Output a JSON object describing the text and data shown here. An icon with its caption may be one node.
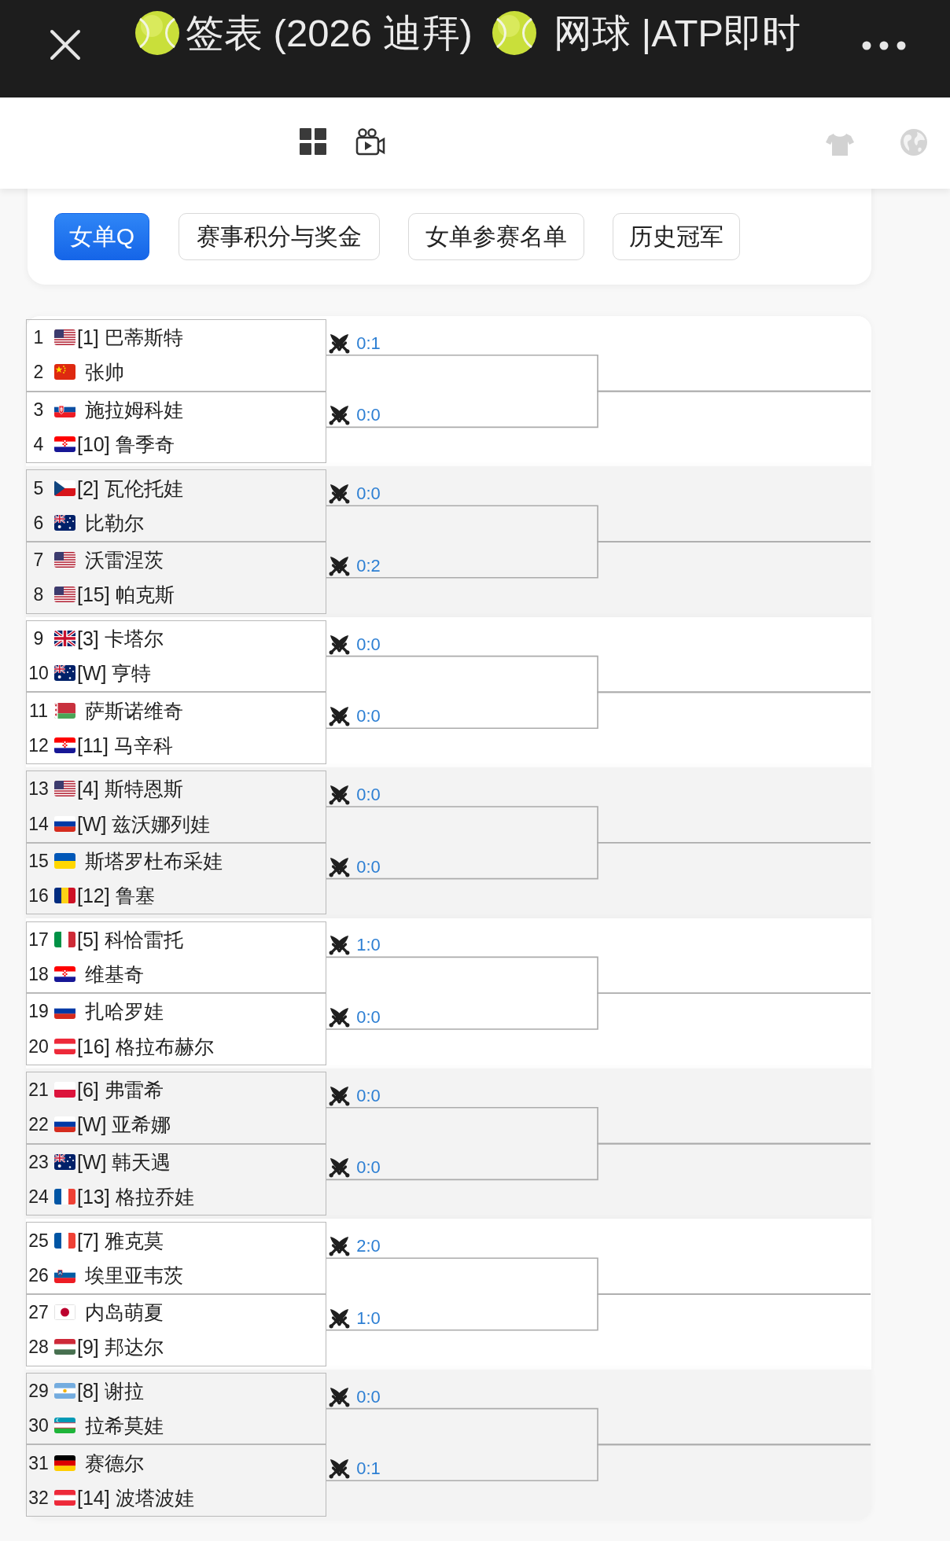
{
  "diagram": {
    "nodes": [
      {
        "text": [
          "女单Q"
        ]
      },
      {
        "text": [
          "赛事积分与奖金"
        ]
      },
      {
        "text": [
          "女单参赛名单"
        ]
      },
      {
        "text": [
          "历史冠军"
        ]
      },
      {
        "text": [
          "1",
          "[1] 巴蒂斯特",
          "2",
          "张帅"
        ]
      },
      {
        "text": [
          "3",
          "施拉姆科娃",
          "4",
          "[10] 鲁季奇"
        ]
      },
      {
        "text": [
          "5",
          "[2] 瓦伦托娃",
          "6",
          "比勒尔"
        ]
      },
      {
        "text": [
          "7",
          "沃雷涅茨",
          "8",
          "[15] 帕克斯"
        ]
      },
      {
        "text": [
          "9",
          "[3] 卡塔尔",
          "10",
          "[W] 亨特"
        ]
      },
      {
        "text": [
          "11",
          "萨斯诺维奇",
          "12",
          "[11] 马辛科"
        ]
      },
      {
        "text": [
          "13",
          "[4] 斯特恩斯",
          "14",
          "[W] 兹沃娜列娃"
        ]
      },
      {
        "text": [
          "15",
          "斯塔罗杜布采娃",
          "16",
          "[12] 鲁塞"
        ]
      },
      {
        "text": [
          "17",
          "[5] 科恰雷托",
          "18",
          "维基奇"
        ]
      },
      {
        "text": [
          "19",
          "扎哈罗娃",
          "20",
          "[16] 格拉布赫尔"
        ]
      },
      {
        "text": [
          "21",
          "[6] 弗雷希",
          "22",
          "[W] 亚希娜"
        ]
      },
      {
        "text": [
          "23",
          "[W] 韩天遇",
          "24",
          "[13] 格拉乔娃"
        ]
      },
      {
        "text": [
          "25",
          "[7] 雅克莫",
          "26",
          "埃里亚韦茨"
        ]
      },
      {
        "text": [
          "27",
          "内岛萌夏",
          "28",
          "[9] 邦达尔"
        ]
      },
      {
        "text": [
          "29",
          "[8] 谢拉",
          "30",
          "拉希莫娃"
        ]
      },
      {
        "text": [
          "31",
          "赛德尔",
          "32",
          "[14] 波塔波娃"
        ]
      }
    ],
    "edges": [
      {
        "from": 4,
        "to": null,
        "arrow": "none",
        "label": "0:1"
      },
      {
        "from": 5,
        "to": null,
        "arrow": "none",
        "label": "0:0"
      },
      {
        "from": 6,
        "to": null,
        "arrow": "none",
        "label": "0:0"
      },
      {
        "from": 7,
        "to": null,
        "arrow": "none",
        "label": "0:2"
      },
      {
        "from": 8,
        "to": null,
        "arrow": "none",
        "label": "0:0"
      },
      {
        "from": 9,
        "to": null,
        "arrow": "none",
        "label": "0:0"
      },
      {
        "from": 10,
        "to": null,
        "arrow": "none",
        "label": "0:0"
      },
      {
        "from": 11,
        "to": null,
        "arrow": "none",
        "label": "0:0"
      },
      {
        "from": 12,
        "to": null,
        "arrow": "none",
        "label": "1:0"
      },
      {
        "from": 13,
        "to": null,
        "arrow": "none",
        "label": "0:0"
      },
      {
        "from": 14,
        "to": null,
        "arrow": "none",
        "label": "0:0"
      },
      {
        "from": 15,
        "to": null,
        "arrow": "none",
        "label": "0:0"
      },
      {
        "from": 16,
        "to": null,
        "arrow": "none",
        "label": "2:0"
      },
      {
        "from": 17,
        "to": null,
        "arrow": "none",
        "label": "1:0"
      },
      {
        "from": 18,
        "to": null,
        "arrow": "none",
        "label": "0:0"
      },
      {
        "from": 19,
        "to": null,
        "arrow": "none",
        "label": "0:1"
      }
    ],
    "labels": [
      "签表 (2026 迪拜)",
      "网球 |ATP即时"
    ]
  }
}
